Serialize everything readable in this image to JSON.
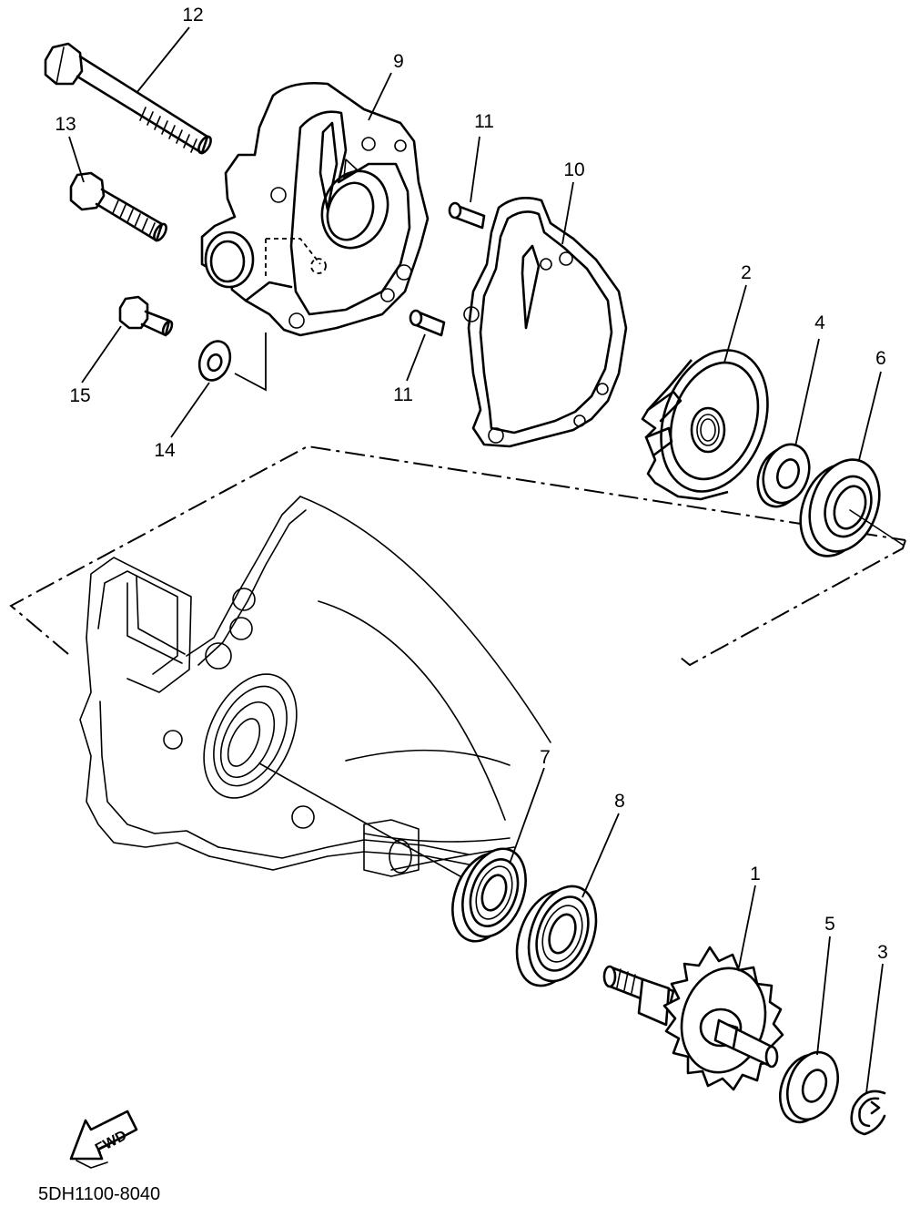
{
  "diagram": {
    "drawing_code": "5DH1100-8040",
    "fwd_label": "FWD",
    "callouts": [
      {
        "id": "c12",
        "label": "12"
      },
      {
        "id": "c9",
        "label": "9"
      },
      {
        "id": "c13",
        "label": "13"
      },
      {
        "id": "c11a",
        "label": "11"
      },
      {
        "id": "c10",
        "label": "10"
      },
      {
        "id": "c2",
        "label": "2"
      },
      {
        "id": "c4",
        "label": "4"
      },
      {
        "id": "c6",
        "label": "6"
      },
      {
        "id": "c15",
        "label": "15"
      },
      {
        "id": "c11b",
        "label": "11"
      },
      {
        "id": "c14",
        "label": "14"
      },
      {
        "id": "c7",
        "label": "7"
      },
      {
        "id": "c8",
        "label": "8"
      },
      {
        "id": "c1",
        "label": "1"
      },
      {
        "id": "c5",
        "label": "5"
      },
      {
        "id": "c3",
        "label": "3"
      }
    ]
  }
}
